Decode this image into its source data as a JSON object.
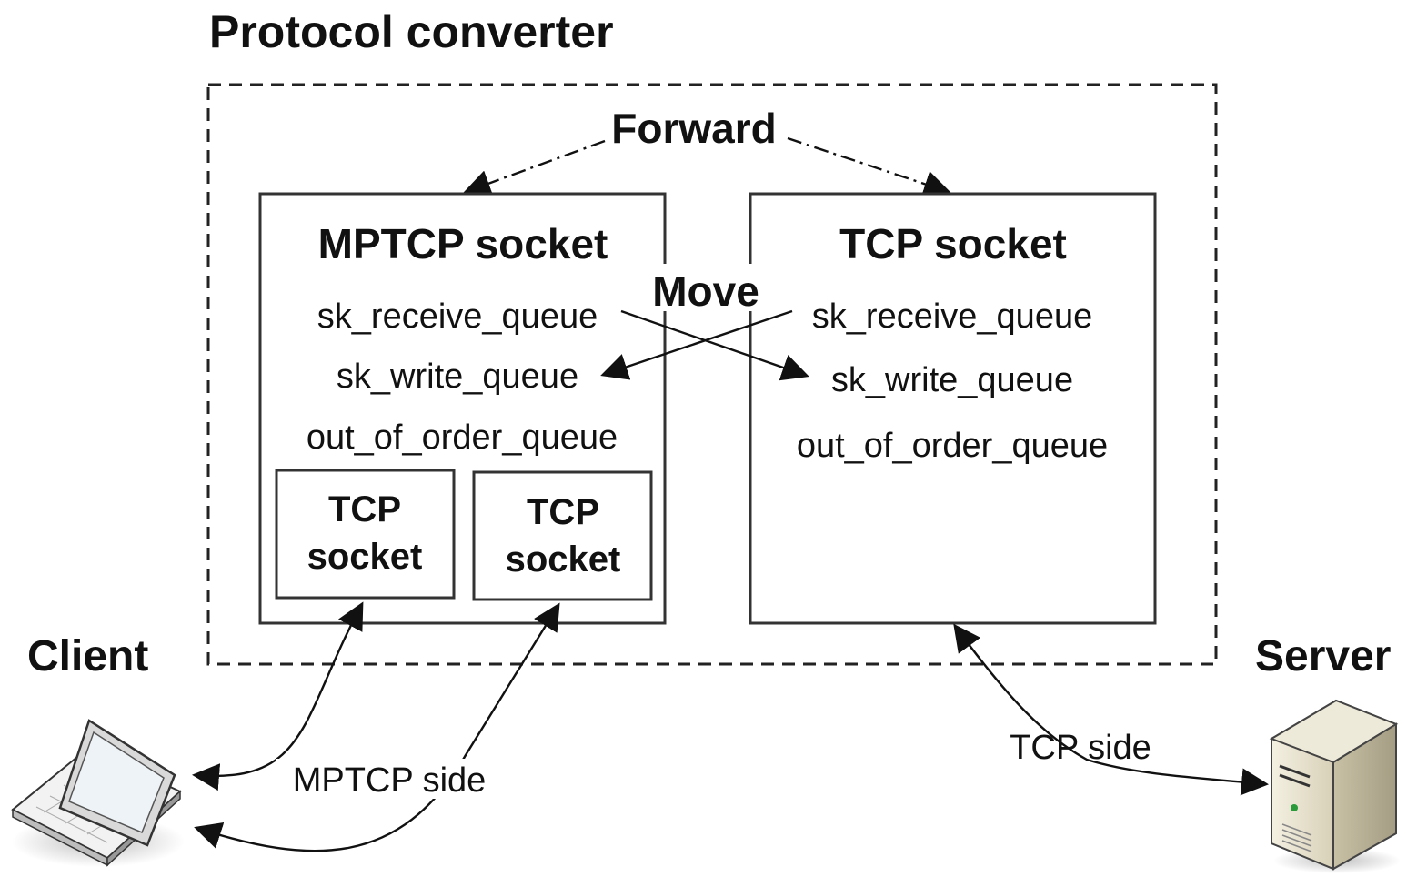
{
  "title": "Protocol converter",
  "forward_label": "Forward",
  "move_label": "Move",
  "client_label": "Client",
  "server_label": "Server",
  "mptcp_side_label": "MPTCP side",
  "tcp_side_label": "TCP side",
  "mptcp_socket": {
    "title": "MPTCP socket",
    "queues": [
      "sk_receive_queue",
      "sk_write_queue",
      "out_of_order_queue"
    ],
    "subflows": [
      {
        "line1": "TCP",
        "line2": "socket"
      },
      {
        "line1": "TCP",
        "line2": "socket"
      }
    ]
  },
  "tcp_socket": {
    "title": "TCP socket",
    "queues": [
      "sk_receive_queue",
      "sk_write_queue",
      "out_of_order_queue"
    ]
  },
  "icons": {
    "client": "laptop-icon",
    "server": "server-tower-icon"
  },
  "colors": {
    "line": "#111111",
    "server_body": "#e9e4d2",
    "laptop_screen": "#eef3f7"
  }
}
